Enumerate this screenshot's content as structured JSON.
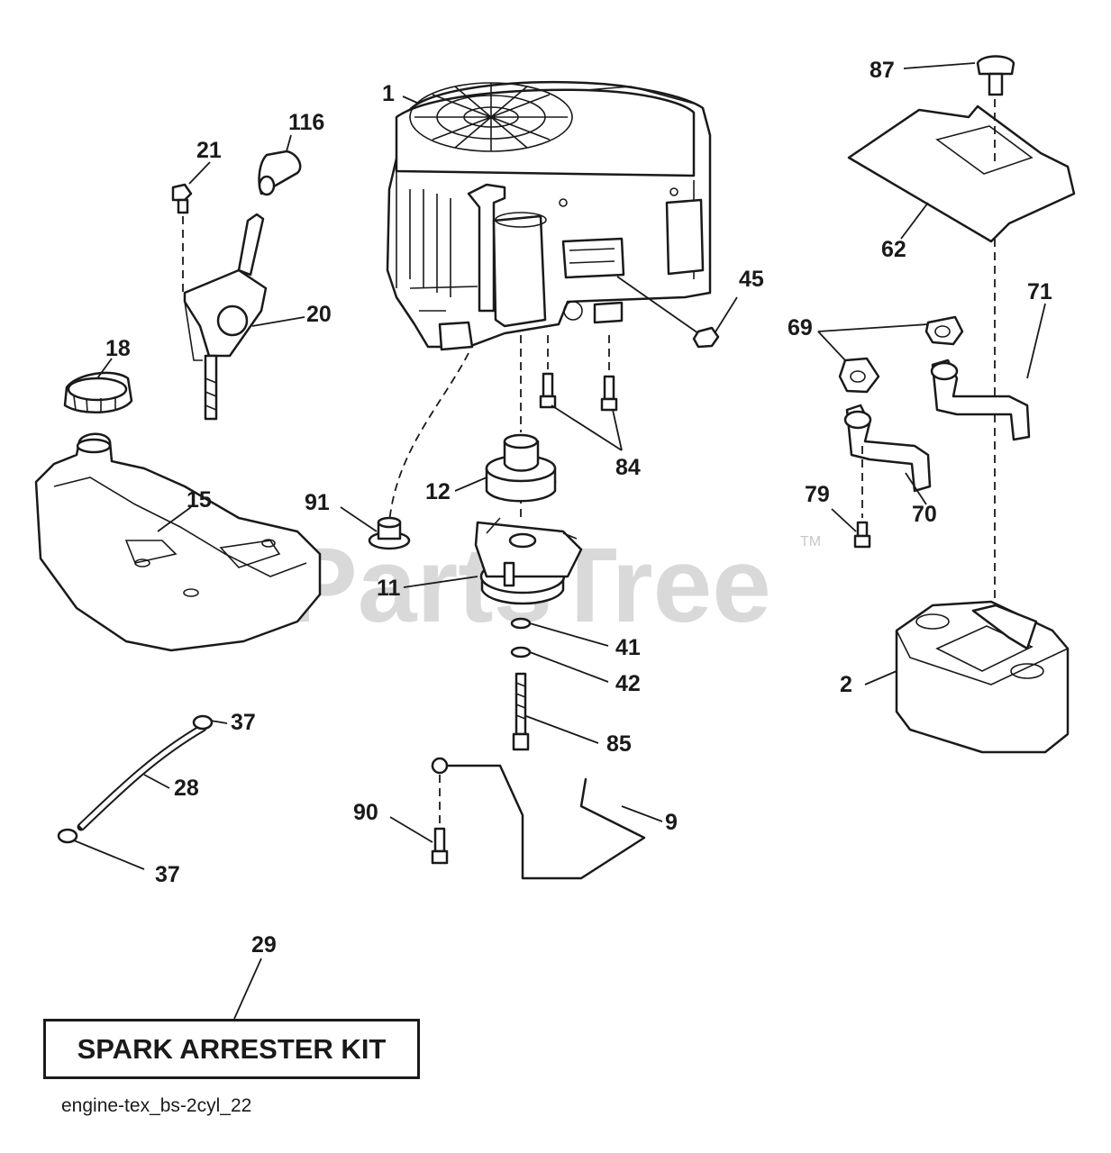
{
  "watermark": {
    "text": "PartsTree",
    "trademark": "TM"
  },
  "callouts": {
    "c1": "1",
    "c2": "2",
    "c9": "9",
    "c11": "11",
    "c12": "12",
    "c15": "15",
    "c18": "18",
    "c20": "20",
    "c21": "21",
    "c28": "28",
    "c29": "29",
    "c37a": "37",
    "c37b": "37",
    "c41": "41",
    "c42": "42",
    "c45": "45",
    "c62": "62",
    "c69": "69",
    "c70": "70",
    "c71": "71",
    "c79": "79",
    "c84": "84",
    "c85": "85",
    "c87": "87",
    "c90": "90",
    "c91": "91",
    "c116": "116"
  },
  "kit": {
    "label": "SPARK ARRESTER KIT"
  },
  "diagram_id": "engine-tex_bs-2cyl_22"
}
